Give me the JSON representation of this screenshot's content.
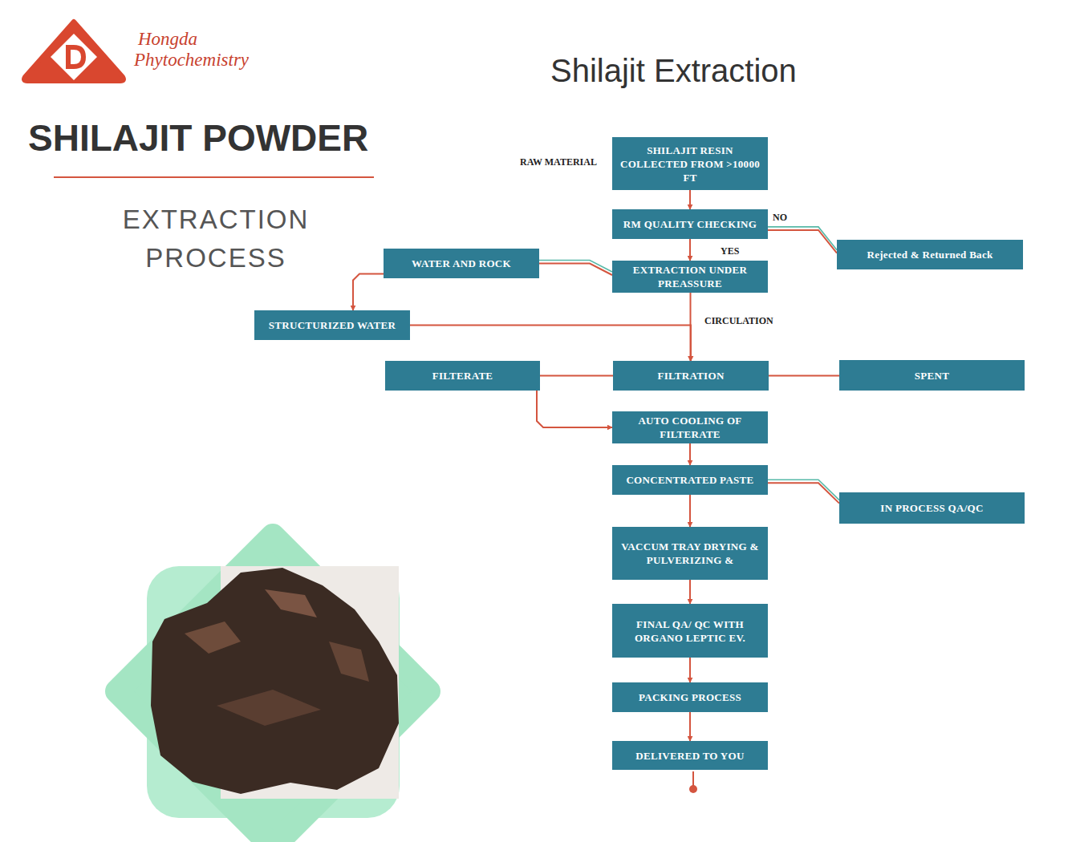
{
  "diagram": {
    "title": "Shilajit Extraction",
    "nodes": [
      {
        "text": [
          "SHILAJIT RESIN COLLECTED FROM >10000 FT"
        ]
      },
      {
        "text": [
          "RM QUALITY CHECKING"
        ]
      },
      {
        "text": [
          "Rejected & Returned Back"
        ]
      },
      {
        "text": [
          "WATER AND ROCK"
        ]
      },
      {
        "text": [
          "EXTRACTION UNDER PREASSURE"
        ]
      },
      {
        "text": [
          "STRUCTURIZED WATER"
        ]
      },
      {
        "text": [
          "FILTERATE"
        ]
      },
      {
        "text": [
          "FILTRATION"
        ]
      },
      {
        "text": [
          "SPENT"
        ]
      },
      {
        "text": [
          "AUTO COOLING OF FILTERATE"
        ]
      },
      {
        "text": [
          "CONCENTRATED PASTE"
        ]
      },
      {
        "text": [
          "IN PROCESS QA/QC"
        ]
      },
      {
        "text": [
          "VACCUM TRAY DRYING & PULVERIZING &"
        ]
      },
      {
        "text": [
          "FINAL QA/ QC WITH ORGANO LEPTIC EV."
        ]
      },
      {
        "text": [
          "PACKING PROCESS"
        ]
      },
      {
        "text": [
          "DELIVERED TO YOU"
        ]
      }
    ],
    "edges": [
      {
        "from": 0,
        "to": 1,
        "arrow": "to"
      },
      {
        "from": 1,
        "to": 2,
        "label": "NO",
        "arrow": "none"
      },
      {
        "from": 1,
        "to": 4,
        "label": "YES",
        "arrow": "to"
      },
      {
        "from": 3,
        "to": 4,
        "arrow": "none"
      },
      {
        "from": 4,
        "to": 7,
        "label": "CIRCULATION",
        "arrow": "to"
      },
      {
        "from": 5,
        "to": 7,
        "arrow": "to"
      },
      {
        "from": 7,
        "to": 6,
        "arrow": "none"
      },
      {
        "from": 6,
        "to": 9,
        "arrow": "to"
      },
      {
        "from": 7,
        "to": 8,
        "arrow": "none"
      },
      {
        "from": 9,
        "to": 10,
        "arrow": "to"
      },
      {
        "from": 10,
        "to": 11,
        "arrow": "none"
      },
      {
        "from": 10,
        "to": 12,
        "arrow": "to"
      },
      {
        "from": 12,
        "to": 13,
        "arrow": "to"
      },
      {
        "from": 13,
        "to": 14,
        "arrow": "to"
      },
      {
        "from": 14,
        "to": 15,
        "arrow": "to"
      },
      {
        "from": 3,
        "to": 5,
        "arrow": "to"
      }
    ],
    "labels": [
      "Hongda",
      "Phytochemistry",
      "SHILAJIT POWDER",
      "EXTRACTION PROCESS",
      "RAW MATERIAL"
    ]
  }
}
